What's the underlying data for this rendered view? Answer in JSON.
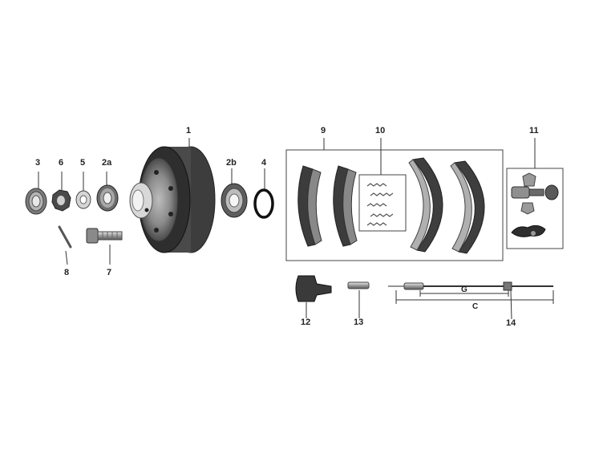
{
  "labels": {
    "hub_drum": "1",
    "bearing_outer": "2a",
    "bearing_inner": "2b",
    "bearing_race": "3",
    "seal_ring": "4",
    "washer": "5",
    "castle_nut": "6",
    "wheel_bolt": "7",
    "split_pin": "8",
    "brake_shoes": "9",
    "spring_kit": "10",
    "adjuster_kit": "11",
    "cable_end": "12",
    "connector": "13",
    "brake_cable": "14"
  },
  "dimensions": {
    "g": "G",
    "c": "C"
  },
  "colors": {
    "part_dark": "#3a3a3a",
    "part_mid": "#7a7a7a",
    "part_light": "#c8c8c8",
    "line": "#333333"
  }
}
